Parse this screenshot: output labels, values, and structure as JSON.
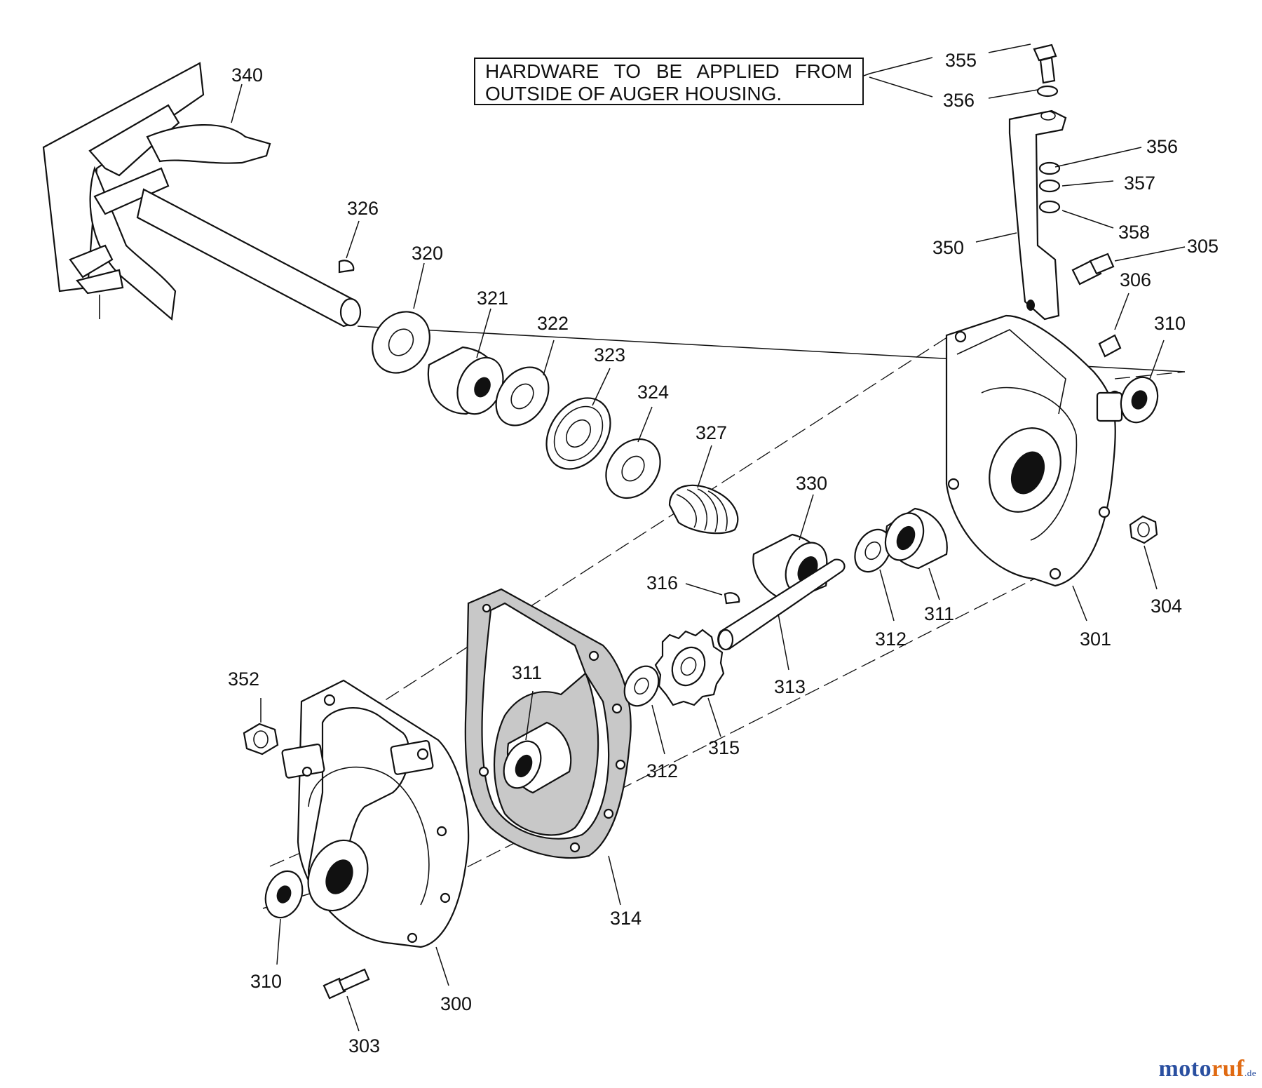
{
  "note": {
    "line1": "HARDWARE TO BE APPLIED FROM",
    "line2": "OUTSIDE OF AUGER HOUSING."
  },
  "labels": {
    "l340": "340",
    "l326": "326",
    "l320": "320",
    "l321": "321",
    "l322": "322",
    "l323": "323",
    "l324": "324",
    "l327": "327",
    "l330": "330",
    "l355": "355",
    "l356a": "356",
    "l356b": "356",
    "l357": "357",
    "l358": "358",
    "l350": "350",
    "l305": "305",
    "l306": "306",
    "l310a": "310",
    "l316": "316",
    "l311a": "311",
    "l312a": "312",
    "l304": "304",
    "l301": "301",
    "l313": "313",
    "l352": "352",
    "l311b": "311",
    "l312b": "312",
    "l315": "315",
    "l314": "314",
    "l310b": "310",
    "l300": "300",
    "l303": "303"
  },
  "watermark": {
    "brand_a": "moto",
    "brand_b": "ruf",
    "brand_c": ".de"
  }
}
